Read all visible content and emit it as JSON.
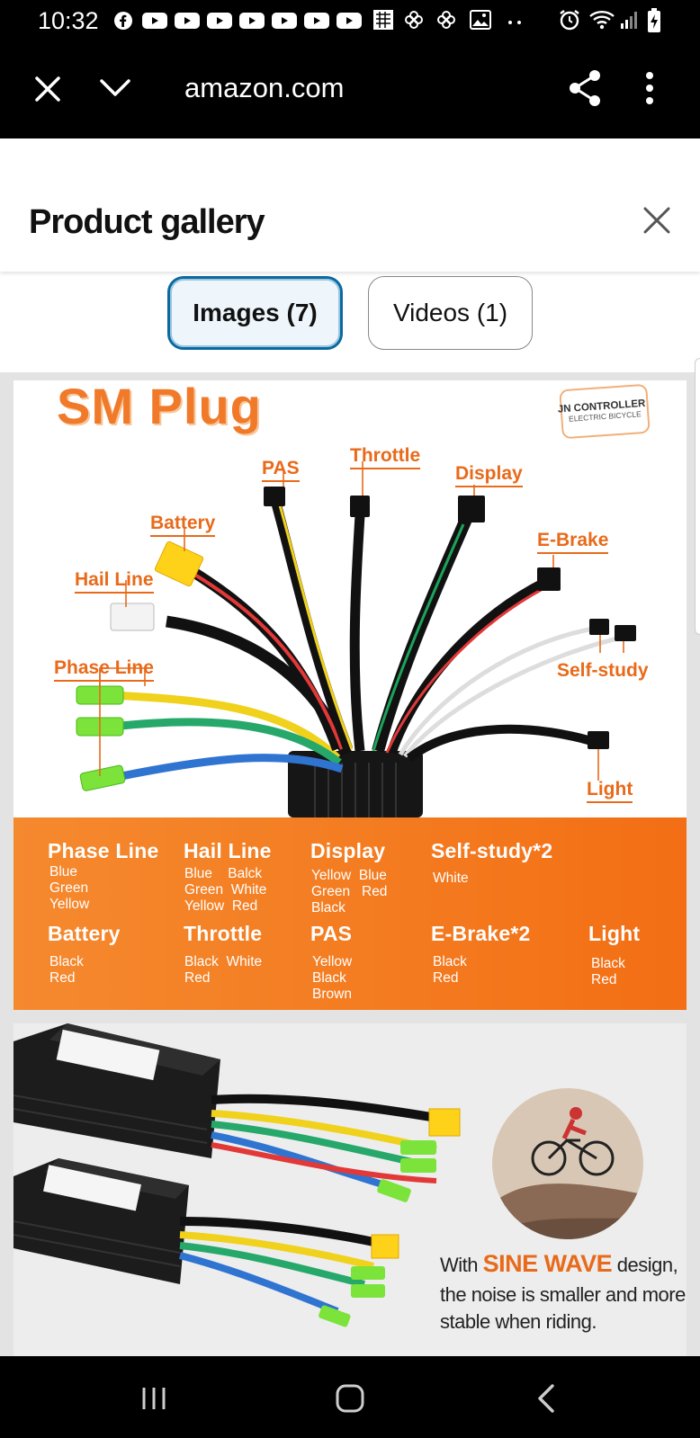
{
  "status_bar": {
    "time": "10:32",
    "notification_icons": [
      "facebook-icon",
      "youtube-icon",
      "youtube-icon",
      "youtube-icon",
      "youtube-icon",
      "youtube-icon",
      "youtube-icon",
      "youtube-icon",
      "grid-app-icon",
      "pinwheel-icon",
      "pinwheel-icon",
      "gallery-icon",
      "more-dots-icon"
    ],
    "system_icons": [
      "alarm-icon",
      "wifi-icon",
      "signal-icon",
      "battery-charging-icon"
    ]
  },
  "browser_toolbar": {
    "url": "amazon.com",
    "icons": [
      "close-icon",
      "chevron-down-icon",
      "share-icon",
      "more-vertical-icon"
    ]
  },
  "sheet": {
    "title": "Product gallery",
    "tabs": [
      {
        "label": "Images (7)",
        "selected": true
      },
      {
        "label": "Videos (1)",
        "selected": false
      }
    ]
  },
  "image1": {
    "heading": "SM Plug",
    "brand_line1": "JN CONTROLLER",
    "brand_line2": "ELECTRIC BICYCLE",
    "callouts": {
      "pas": "PAS",
      "throttle": "Throttle",
      "display": "Display",
      "battery": "Battery",
      "ebrake": "E-Brake",
      "hail": "Hail Line",
      "self_study": "Self-study",
      "phase": "Phase Line",
      "light": "Light"
    },
    "legend": {
      "phase": {
        "title": "Phase Line",
        "lines": [
          "Blue",
          "Green",
          "Yellow"
        ]
      },
      "hail": {
        "title": "Hail Line",
        "lines": [
          "Blue    Balck",
          "Green  White",
          "Yellow  Red"
        ]
      },
      "display": {
        "title": "Display",
        "lines": [
          "Yellow  Blue",
          "Green   Red",
          "Black"
        ]
      },
      "self_study": {
        "title": "Self-study*2",
        "lines": [
          "White"
        ]
      },
      "battery": {
        "title": "Battery",
        "lines": [
          "Black",
          "Red"
        ]
      },
      "throttle": {
        "title": "Throttle",
        "lines": [
          "Black  White",
          "Red"
        ]
      },
      "pas": {
        "title": "PAS",
        "lines": [
          "Yellow",
          "Black",
          "Brown"
        ]
      },
      "ebrake": {
        "title": "E-Brake*2",
        "lines": [
          "Black",
          "Red"
        ]
      },
      "light": {
        "title": "Light",
        "lines": [
          "Black",
          "Red"
        ]
      }
    },
    "colors": {
      "orange": "#f47a1f",
      "callout": "#e86a1a"
    }
  },
  "image2": {
    "caption_prefix": "With ",
    "caption_highlight": "SINE WAVE",
    "caption_suffix": " design,",
    "caption_line2": "the noise is smaller and more",
    "caption_line3": "stable when riding."
  },
  "nav_bar": {
    "icons": [
      "recent-apps-icon",
      "home-icon",
      "back-icon"
    ]
  }
}
